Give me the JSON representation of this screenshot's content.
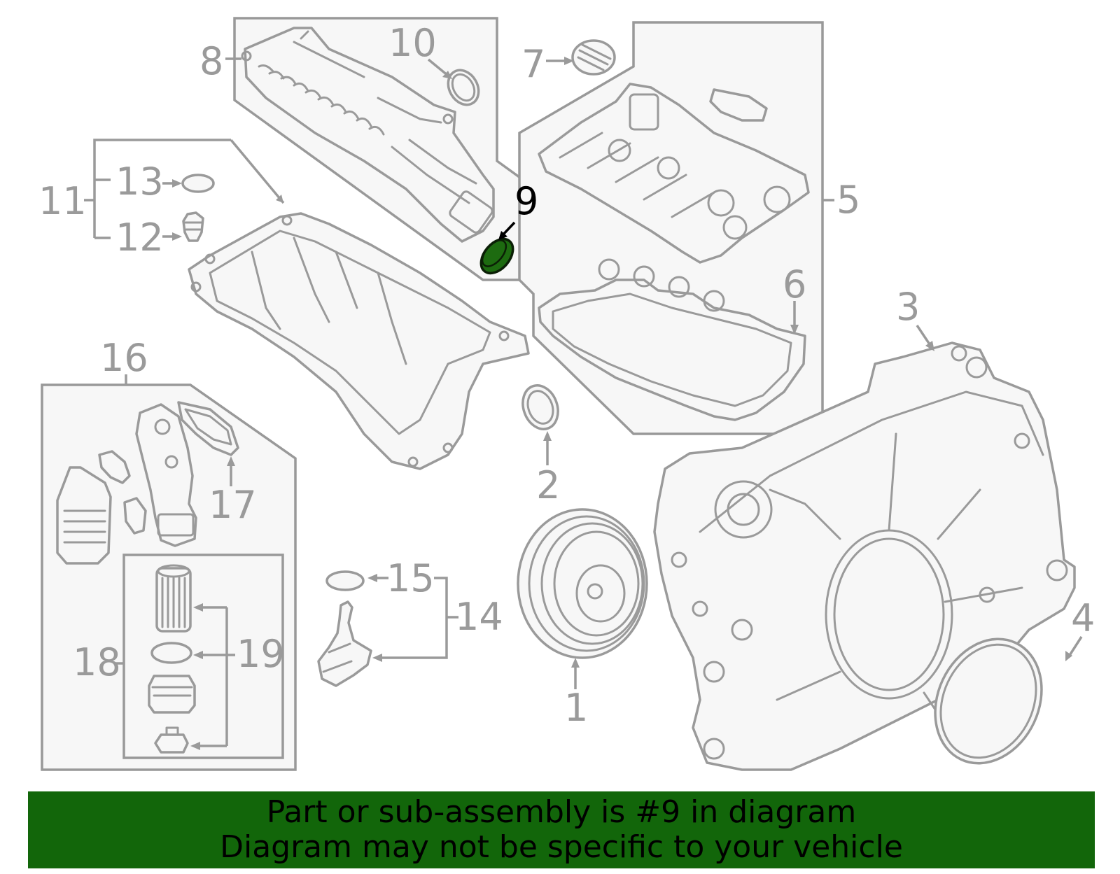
{
  "labels": {
    "p1": "1",
    "p2": "2",
    "p3": "3",
    "p4": "4",
    "p5": "5",
    "p6": "6",
    "p7": "7",
    "p8": "8",
    "p9": "9",
    "p10": "10",
    "p11": "11",
    "p12": "12",
    "p13": "13",
    "p14": "14",
    "p15": "15",
    "p16": "16",
    "p17": "17",
    "p18": "18",
    "p19": "19"
  },
  "highlight": {
    "part": "9",
    "color": "#1d6b10"
  },
  "banner": {
    "line1": "Part or sub-assembly is #9 in diagram",
    "line2": "Diagram may not be specific to your vehicle",
    "background": "#12660a"
  },
  "colors": {
    "line": "#9a9a9a",
    "box_fill": "#f7f7f7"
  }
}
